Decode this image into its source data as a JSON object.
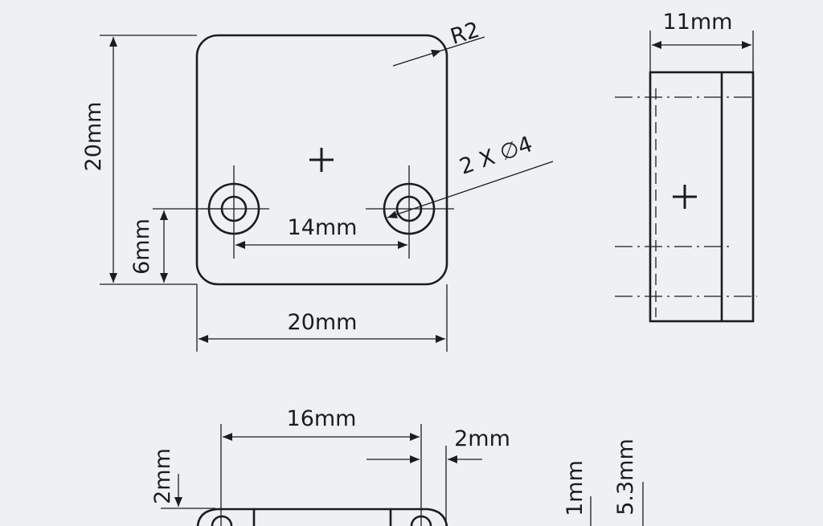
{
  "dimensions": {
    "top_height": "20mm",
    "top_width": "20mm",
    "hole_spacing": "14mm",
    "hole_offset": "6mm",
    "corner_radius": "R2",
    "holes_spec": "2 X ∅4",
    "side_thickness": "11mm",
    "bottom_span": "16mm",
    "bottom_step": "2mm",
    "bottom_left_height": "2mm",
    "bottom_right_1": "1mm",
    "bottom_right_2": "5.3mm"
  },
  "colors": {
    "background": "#eef0f2",
    "ink": "#1c1c1c"
  }
}
